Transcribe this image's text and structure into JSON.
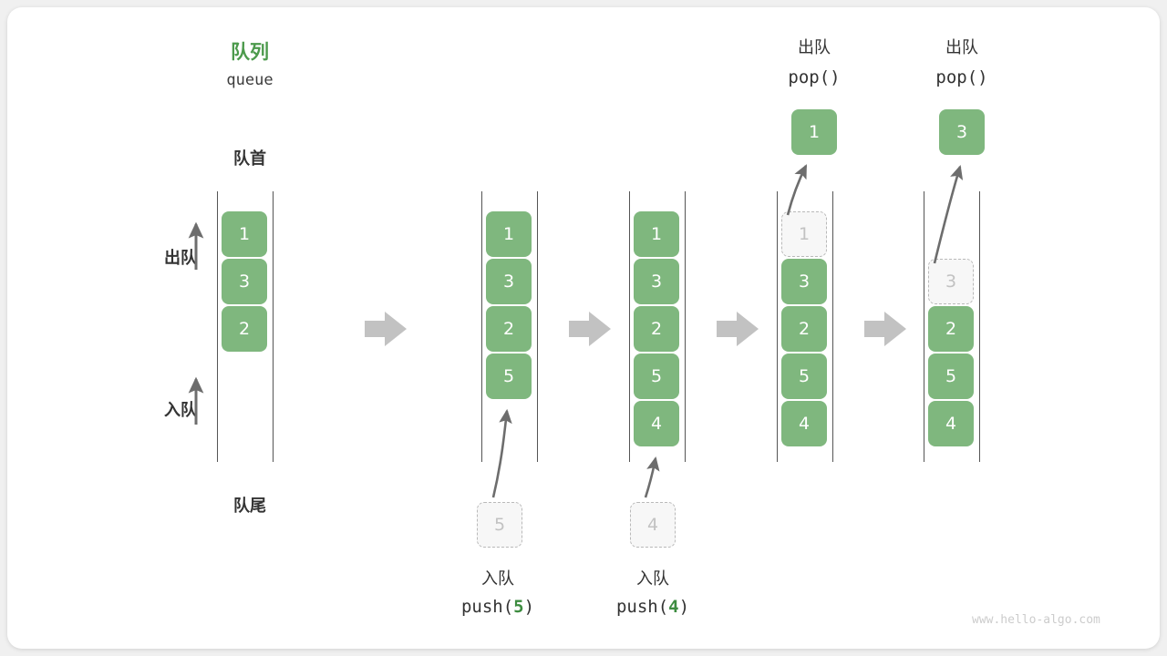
{
  "meta": {
    "watermark": "www.hello-algo.com",
    "colors": {
      "box_fill": "#7fb77e",
      "accent_green": "#4c9a4c",
      "ghost_border": "#b9b9b9",
      "arrow_gray": "#bfbfbf",
      "rail": "#555555",
      "card_bg": "#ffffff",
      "page_bg": "#f0f0f0"
    }
  },
  "title": {
    "cn": "队列",
    "en": "queue"
  },
  "labels": {
    "front": "队首",
    "rear": "队尾",
    "dequeue": "出队",
    "enqueue": "入队"
  },
  "stages": [
    {
      "id": "initial",
      "items": [
        "1",
        "3",
        "2"
      ],
      "ghost": null,
      "caption_cn": "",
      "caption_code": "",
      "popped": null,
      "top_op_cn": "",
      "top_op_code": ""
    },
    {
      "id": "after-push-5",
      "items": [
        "1",
        "3",
        "2",
        "5"
      ],
      "ghost": {
        "value": "5",
        "position": "below"
      },
      "caption_cn": "入队",
      "caption_code_prefix": "push(",
      "caption_code_value": "5",
      "caption_code_suffix": ")",
      "popped": null,
      "top_op_cn": "",
      "top_op_code": ""
    },
    {
      "id": "after-push-4",
      "items": [
        "1",
        "3",
        "2",
        "5",
        "4"
      ],
      "ghost": {
        "value": "4",
        "position": "below"
      },
      "caption_cn": "入队",
      "caption_code_prefix": "push(",
      "caption_code_value": "4",
      "caption_code_suffix": ")",
      "popped": null,
      "top_op_cn": "",
      "top_op_code": ""
    },
    {
      "id": "after-pop-1",
      "items": [
        "3",
        "2",
        "5",
        "4"
      ],
      "ghost": {
        "value": "1",
        "position": "slot-0"
      },
      "popped": "1",
      "top_op_cn": "出队",
      "top_op_code": "pop()"
    },
    {
      "id": "after-pop-3",
      "items": [
        "2",
        "5",
        "4"
      ],
      "ghost": {
        "value": "3",
        "position": "slot-1"
      },
      "popped": "3",
      "top_op_cn": "出队",
      "top_op_code": "pop()"
    }
  ]
}
